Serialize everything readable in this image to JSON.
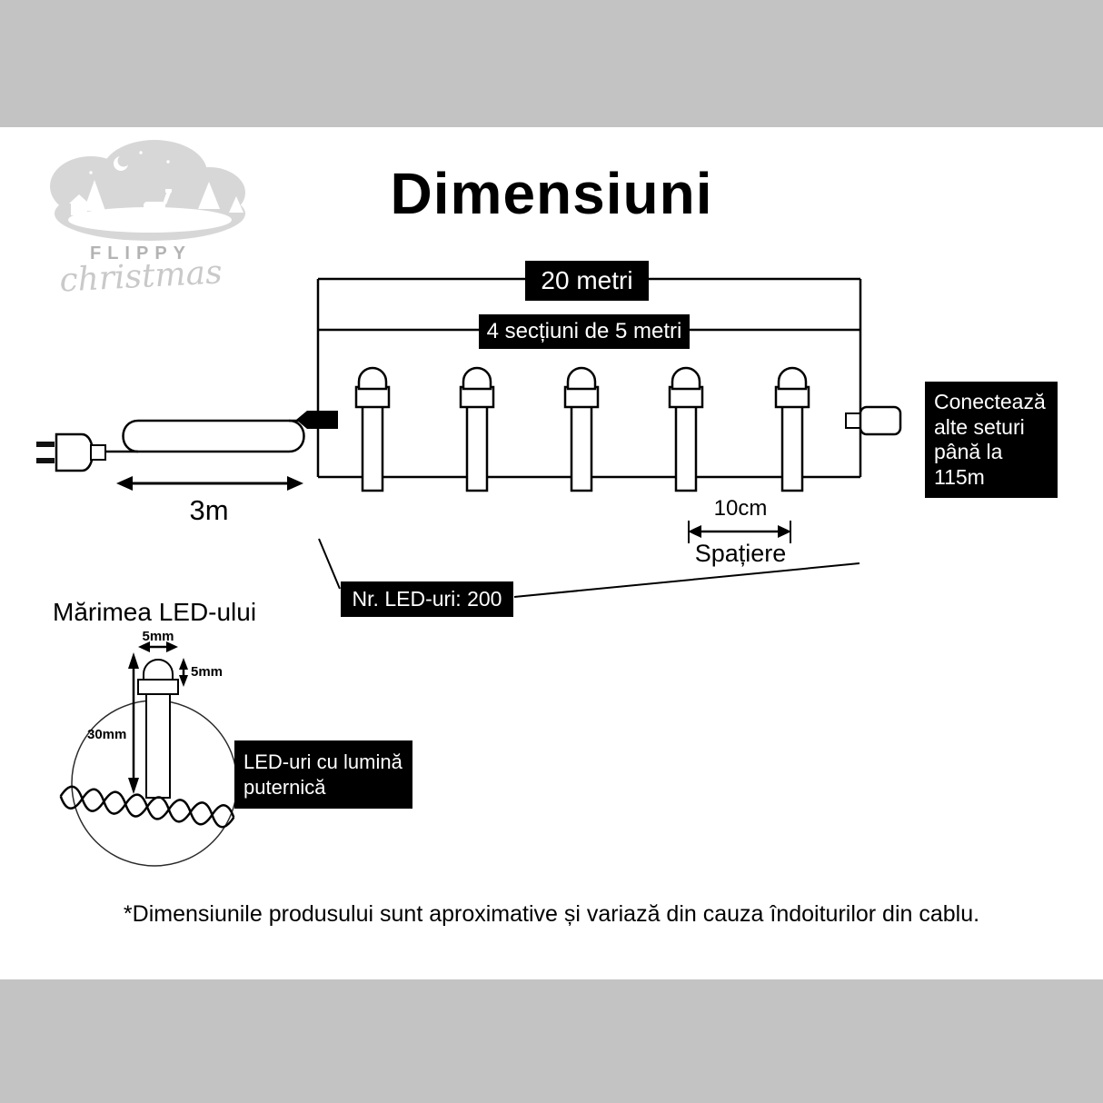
{
  "title": "Dimensiuni",
  "logo": {
    "brand_top": "FLIPPY",
    "brand_script": "christmas"
  },
  "diagram": {
    "total_length": "20 metri",
    "sections": "4 secțiuni de 5 metri",
    "lead_length": "3m",
    "connect_note": "Conectează alte seturi până la 115m",
    "spacing_value": "10cm",
    "spacing_word": "Spațiere",
    "led_count": "Nr. LED-uri: 200"
  },
  "led_size": {
    "heading": "Mărimea LED-ului",
    "top_width": "5mm",
    "dome_height": "5mm",
    "body_length": "30mm",
    "callout": "LED-uri cu lumină puternică"
  },
  "footnote": "*Dimensiunile produsului sunt aproximative și variază din cauza îndoiturilor din cablu.",
  "colors": {
    "frame_gray": "#c3c3c3",
    "label_bg": "#000000",
    "label_text": "#ffffff",
    "logo_gray": "#d7d7d7"
  }
}
